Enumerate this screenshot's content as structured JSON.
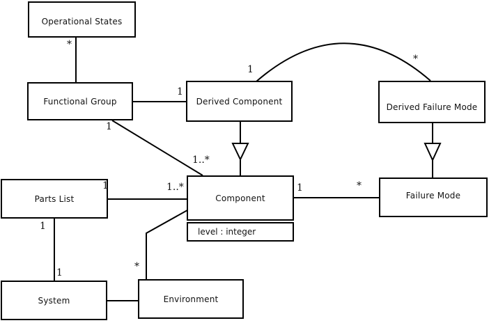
{
  "diagram": {
    "type": "uml-class-diagram",
    "classes": [
      {
        "id": "operational-states",
        "name": "Operational States"
      },
      {
        "id": "functional-group",
        "name": "Functional Group"
      },
      {
        "id": "derived-component",
        "name": "Derived Component"
      },
      {
        "id": "derived-failure-mode",
        "name": "Derived Failure Mode"
      },
      {
        "id": "parts-list",
        "name": "Parts List"
      },
      {
        "id": "component",
        "name": "Component",
        "attributes": [
          "level : integer"
        ]
      },
      {
        "id": "failure-mode",
        "name": "Failure Mode"
      },
      {
        "id": "system",
        "name": "System"
      },
      {
        "id": "environment",
        "name": "Environment"
      }
    ],
    "multiplicity_labels": [
      {
        "id": "operational-states-end",
        "text": "*"
      },
      {
        "id": "functional-group-diag-end",
        "text": "1"
      },
      {
        "id": "functional-group-dc-end",
        "text": "1"
      },
      {
        "id": "arc-derived-component-end",
        "text": "1"
      },
      {
        "id": "arc-derived-failure-end",
        "text": "*"
      },
      {
        "id": "component-from-fg-end",
        "text": "1..*"
      },
      {
        "id": "parts-list-end",
        "text": "1"
      },
      {
        "id": "component-from-pl-end",
        "text": "1..*"
      },
      {
        "id": "component-fm-end",
        "text": "1"
      },
      {
        "id": "failure-mode-end",
        "text": "*"
      },
      {
        "id": "parts-list-system-top",
        "text": "1"
      },
      {
        "id": "parts-list-system-bottom",
        "text": "1"
      },
      {
        "id": "environment-end",
        "text": "*"
      }
    ],
    "relationships": [
      "Operational States — Functional Group",
      "Functional Group — Derived Component",
      "Functional Group — Component",
      "Derived Component ▷ Component (generalization)",
      "Derived Component — Derived Failure Mode (arc)",
      "Derived Failure Mode ▷ Failure Mode (generalization)",
      "Parts List — Component",
      "Component — Failure Mode",
      "Parts List — System",
      "System — Environment",
      "Environment — Component"
    ]
  },
  "colors": {
    "line": "#000000",
    "box_fill": "#ffffff",
    "text": "#111111",
    "background": "#ffffff"
  }
}
